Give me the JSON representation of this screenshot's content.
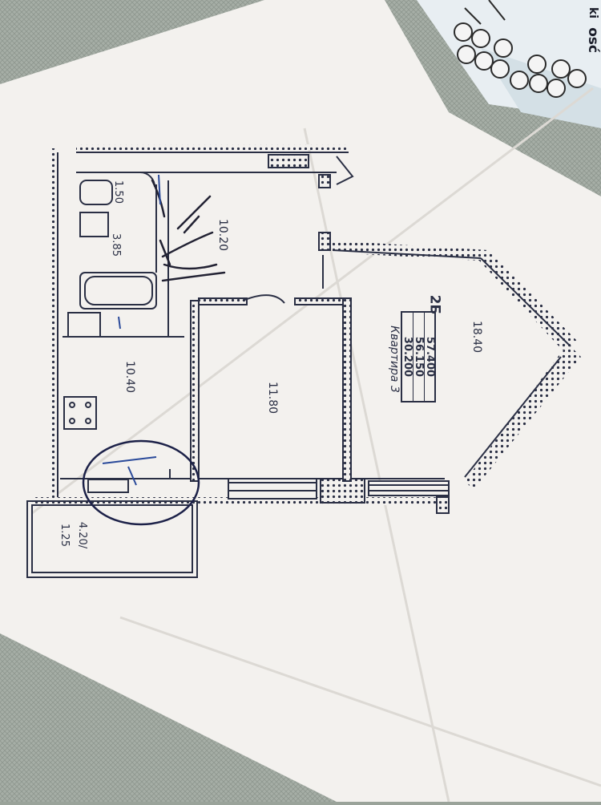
{
  "brochure": {
    "fragment_1": "osć",
    "fragment_2": "ki"
  },
  "plan": {
    "rooms": [
      {
        "id": "wc",
        "area": "1.50"
      },
      {
        "id": "bathroom",
        "area": "3.85"
      },
      {
        "id": "hallway",
        "area": "10.20"
      },
      {
        "id": "kitchen",
        "area": "10.40"
      },
      {
        "id": "bedroom",
        "area": "11.80"
      },
      {
        "id": "living",
        "area": "18.40"
      }
    ],
    "balcony": {
      "line1": "4.20/",
      "line2": "1.25"
    },
    "apartment": {
      "type": "2Б",
      "areas": [
        "30.200",
        "56.150",
        "57.400"
      ],
      "name": "Квартира 3"
    }
  },
  "colors": {
    "paper": "#f3f1ee",
    "ink": "#2a2f44",
    "pen": "#222233",
    "blue_pen": "#2a4a9a",
    "table": "#9aa39a"
  }
}
